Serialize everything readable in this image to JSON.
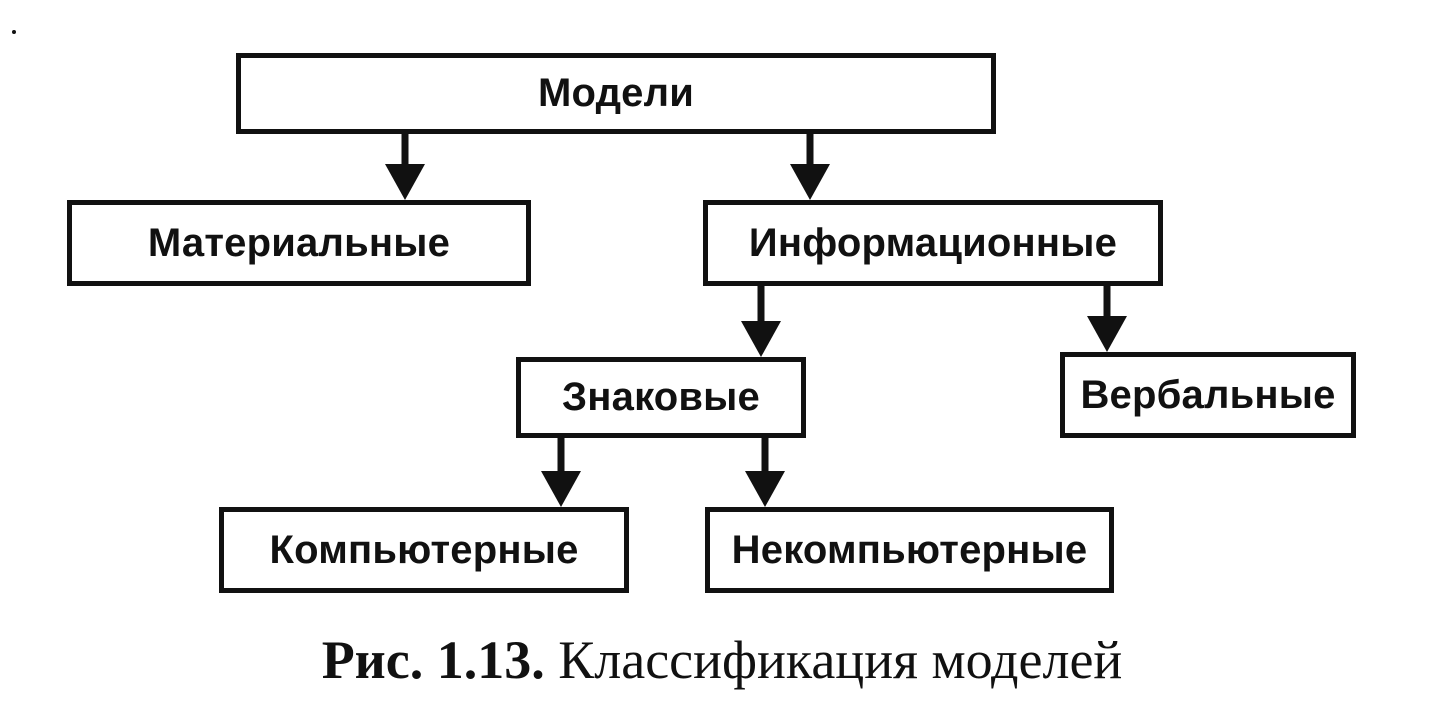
{
  "diagram": {
    "nodes": {
      "root": "Модели",
      "material": "Материальные",
      "informational": "Информационные",
      "sign": "Знаковые",
      "verbal": "Вербальные",
      "computer": "Компьютерные",
      "noncomputer": "Некомпьютерные"
    },
    "edges": [
      {
        "from": "root",
        "to": "material"
      },
      {
        "from": "root",
        "to": "informational"
      },
      {
        "from": "informational",
        "to": "sign"
      },
      {
        "from": "informational",
        "to": "verbal"
      },
      {
        "from": "sign",
        "to": "computer"
      },
      {
        "from": "sign",
        "to": "noncomputer"
      }
    ]
  },
  "caption": {
    "label": "Рис. 1.13.",
    "text": "Классификация моделей"
  },
  "colors": {
    "line": "#111111",
    "background": "#ffffff"
  }
}
